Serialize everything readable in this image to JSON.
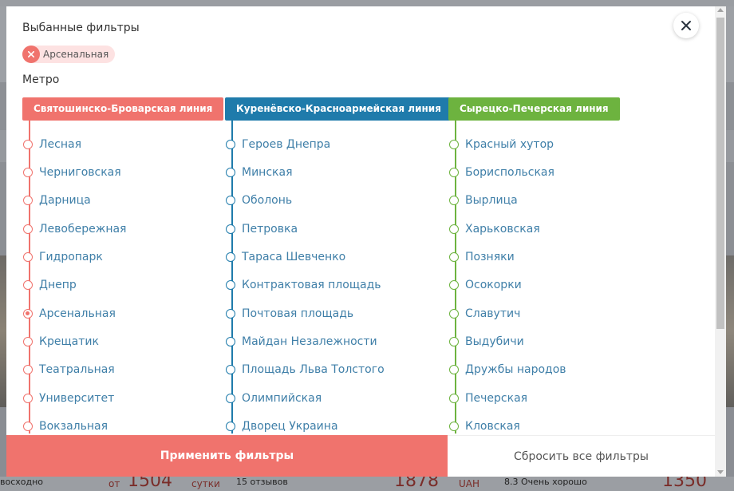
{
  "background": {
    "footer": {
      "left_text": "восходно",
      "price1_prefix": "от",
      "price1_value": "1504",
      "price1_unit": "сутки",
      "reviews": "15 отзывов",
      "price2_value": "1878",
      "price2_currency": "UAH",
      "rating": "8.3 Очень хорошо",
      "price3_value": "1350"
    }
  },
  "modal": {
    "selected_title": "Выбанные фильтры",
    "selected_chips": [
      {
        "label": "Арсенальная"
      }
    ],
    "metro_title": "Метро",
    "lines": [
      {
        "name": "Святошинско-Броварская линия",
        "color": "#f0736d",
        "stations": [
          {
            "label": "Лесная",
            "checked": false
          },
          {
            "label": "Черниговская",
            "checked": false
          },
          {
            "label": "Дарница",
            "checked": false
          },
          {
            "label": "Левобережная",
            "checked": false
          },
          {
            "label": "Гидропарк",
            "checked": false
          },
          {
            "label": "Днепр",
            "checked": false
          },
          {
            "label": "Арсенальная",
            "checked": true
          },
          {
            "label": "Крещатик",
            "checked": false
          },
          {
            "label": "Театральная",
            "checked": false
          },
          {
            "label": "Университет",
            "checked": false
          },
          {
            "label": "Вокзальная",
            "checked": false
          }
        ]
      },
      {
        "name": "Куренёвско-Красноармейская линия",
        "color": "#1f7bab",
        "stations": [
          {
            "label": "Героев Днепра",
            "checked": false
          },
          {
            "label": "Минская",
            "checked": false
          },
          {
            "label": "Оболонь",
            "checked": false
          },
          {
            "label": "Петровка",
            "checked": false
          },
          {
            "label": "Тараса Шевченко",
            "checked": false
          },
          {
            "label": "Контрактовая площадь",
            "checked": false
          },
          {
            "label": "Почтовая площадь",
            "checked": false
          },
          {
            "label": "Майдан Незалежности",
            "checked": false
          },
          {
            "label": "Площадь Льва Толстого",
            "checked": false
          },
          {
            "label": "Олимпийская",
            "checked": false
          },
          {
            "label": "Дворец Украина",
            "checked": false
          }
        ]
      },
      {
        "name": "Сырецко-Печерская линия",
        "color": "#6db33f",
        "stations": [
          {
            "label": "Красный хутор",
            "checked": false
          },
          {
            "label": "Бориспольская",
            "checked": false
          },
          {
            "label": "Вырлица",
            "checked": false
          },
          {
            "label": "Харьковская",
            "checked": false
          },
          {
            "label": "Позняки",
            "checked": false
          },
          {
            "label": "Осокорки",
            "checked": false
          },
          {
            "label": "Славутич",
            "checked": false
          },
          {
            "label": "Выдубичи",
            "checked": false
          },
          {
            "label": "Дружбы народов",
            "checked": false
          },
          {
            "label": "Печерская",
            "checked": false
          },
          {
            "label": "Кловская",
            "checked": false
          }
        ]
      }
    ],
    "apply_label": "Применить фильтры",
    "reset_label": "Сбросить все фильтры"
  }
}
